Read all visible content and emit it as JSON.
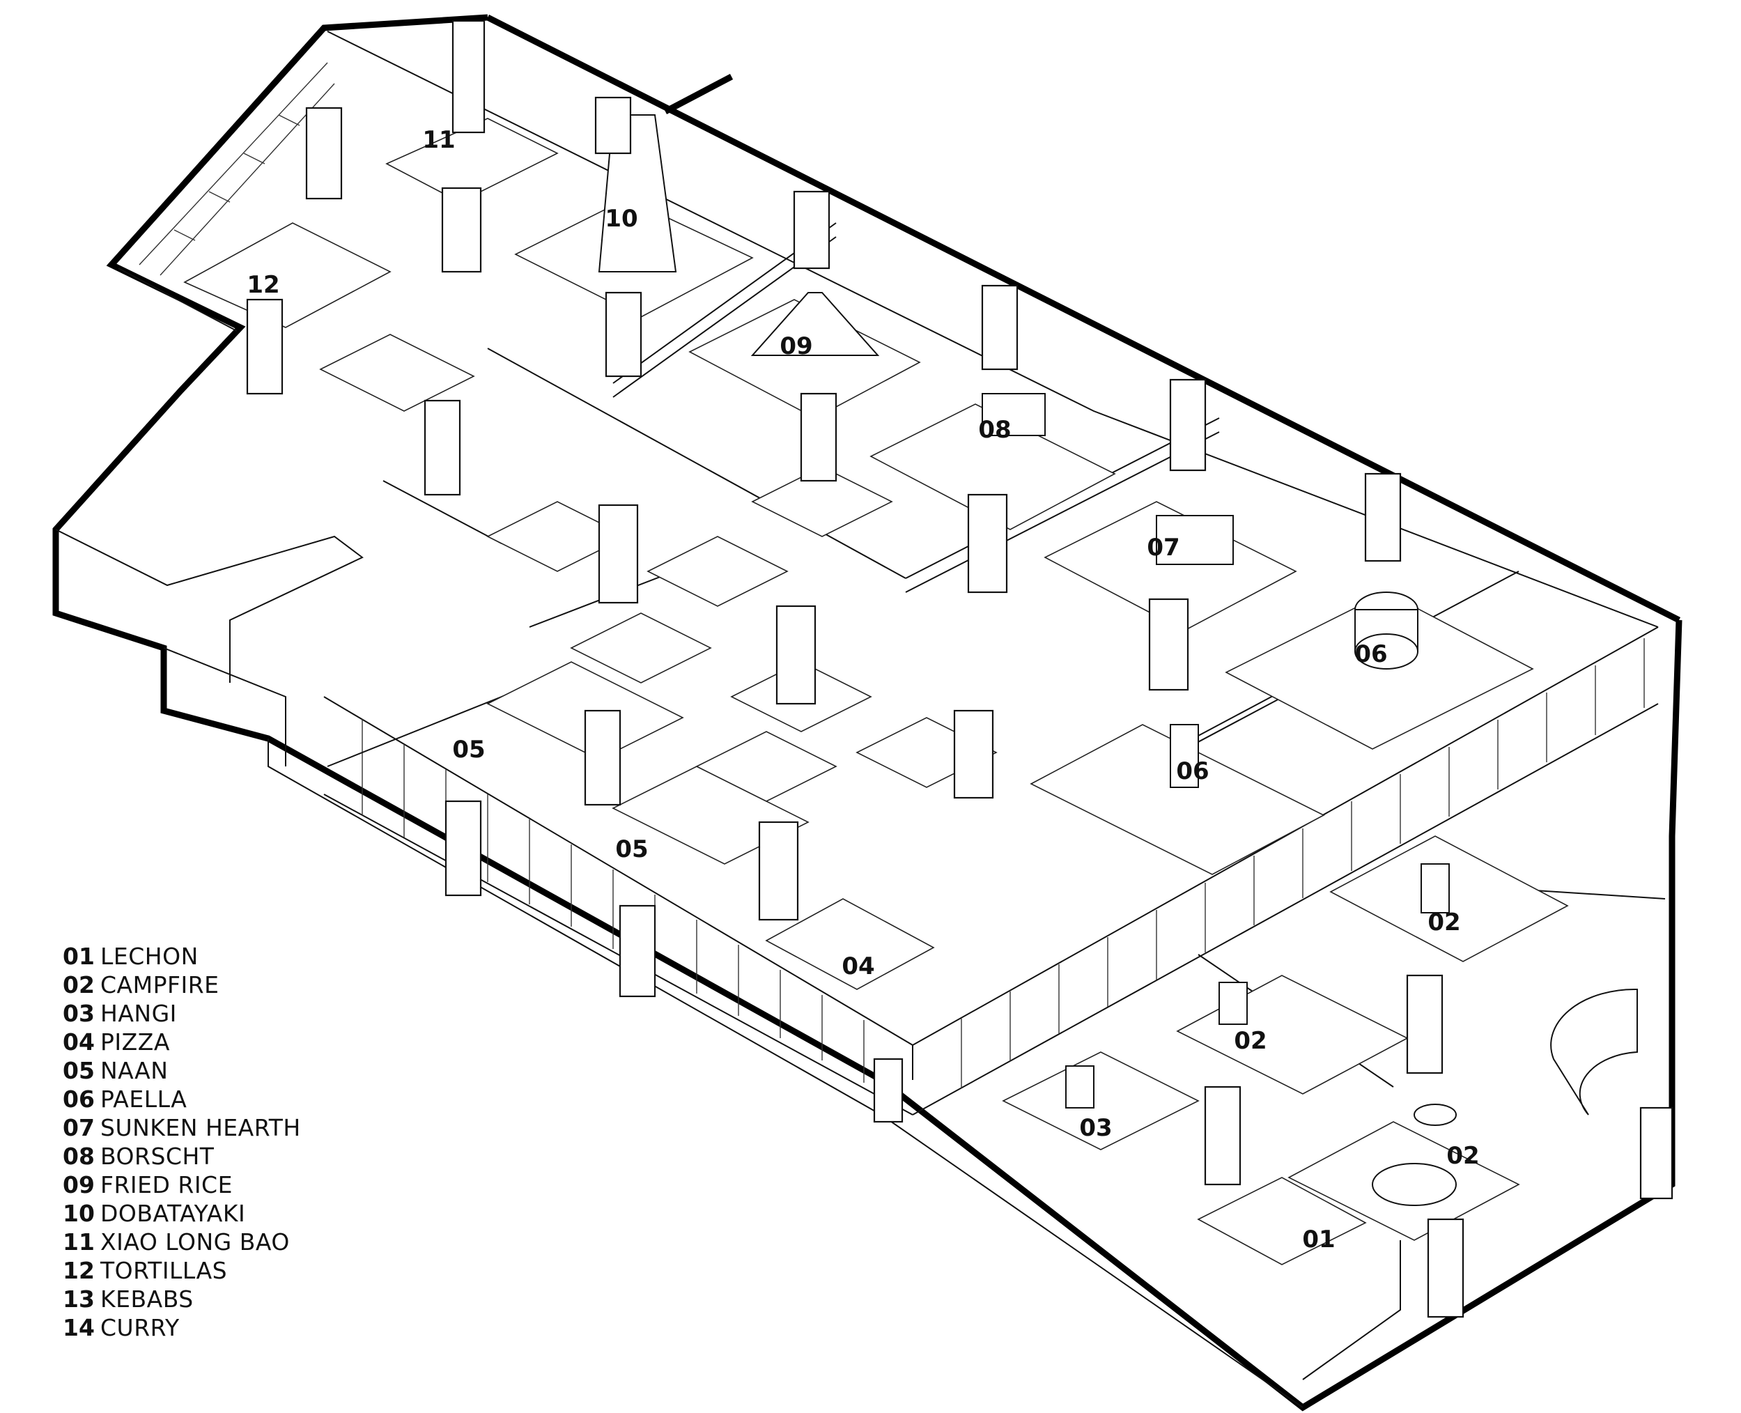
{
  "legend": [
    {
      "num": "01",
      "name": "LECHON"
    },
    {
      "num": "02",
      "name": "CAMPFIRE"
    },
    {
      "num": "03",
      "name": "HANGI"
    },
    {
      "num": "04",
      "name": "PIZZA"
    },
    {
      "num": "05",
      "name": "NAAN"
    },
    {
      "num": "06",
      "name": "PAELLA"
    },
    {
      "num": "07",
      "name": "SUNKEN HEARTH"
    },
    {
      "num": "08",
      "name": "BORSCHT"
    },
    {
      "num": "09",
      "name": "FRIED RICE"
    },
    {
      "num": "10",
      "name": "DOBATAYAKI"
    },
    {
      "num": "11",
      "name": "XIAO LONG BAO"
    },
    {
      "num": "12",
      "name": "TORTILLAS"
    },
    {
      "num": "13",
      "name": "KEBABS"
    },
    {
      "num": "14",
      "name": "CURRY"
    }
  ],
  "zones": {
    "z11": "11",
    "z10": "10",
    "z12": "12",
    "z09": "09",
    "z08": "08",
    "z07": "07",
    "z06a": "06",
    "z06b": "06",
    "z05a": "05",
    "z05b": "05",
    "z04": "04",
    "z02a": "02",
    "z02b": "02",
    "z02c": "02",
    "z03": "03",
    "z01": "01"
  }
}
